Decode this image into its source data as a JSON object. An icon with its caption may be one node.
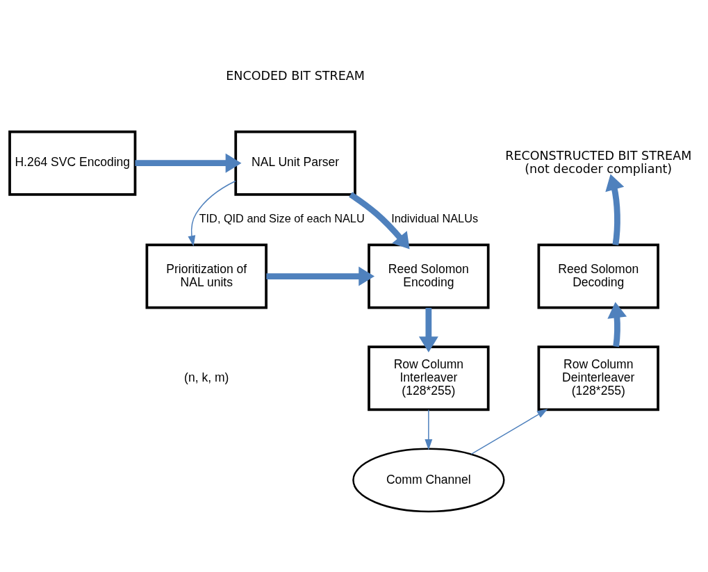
{
  "diagram": {
    "nodes": [
      {
        "text": [
          "H.264 SVC Encoding"
        ]
      },
      {
        "text": [
          "NAL Unit Parser"
        ]
      },
      {
        "text": [
          "Prioritization of NAL units"
        ]
      },
      {
        "text": [
          "Reed Solomon Encoding"
        ]
      },
      {
        "text": [
          "Row Column Interleaver (128*255)"
        ]
      },
      {
        "text": [
          "Comm Channel"
        ]
      },
      {
        "text": [
          "Row Column Deinterleaver (128*255)"
        ]
      },
      {
        "text": [
          "Reed Solomon Decoding"
        ]
      },
      {
        "text": [
          "RECONSTRUCTED BIT STREAM (not decoder compliant)"
        ]
      }
    ],
    "edges": [
      {
        "from": 0,
        "to": 1,
        "arrow": "to"
      },
      {
        "from": 1,
        "to": 3,
        "arrow": "to",
        "label": "Individual NALUs"
      },
      {
        "from": 1,
        "to": 2,
        "arrow": "to",
        "label": "TID, QID and Size of each NALU"
      },
      {
        "from": 2,
        "to": 3,
        "arrow": "to"
      },
      {
        "from": 3,
        "to": 4,
        "arrow": "to"
      },
      {
        "from": 4,
        "to": 5,
        "arrow": "to"
      },
      {
        "from": 5,
        "to": 6,
        "arrow": "to"
      },
      {
        "from": 6,
        "to": 7,
        "arrow": "to"
      },
      {
        "from": 7,
        "to": 8,
        "arrow": "to"
      }
    ],
    "labels": [
      "ENCODED BIT STREAM",
      "(n, k, m)"
    ]
  }
}
